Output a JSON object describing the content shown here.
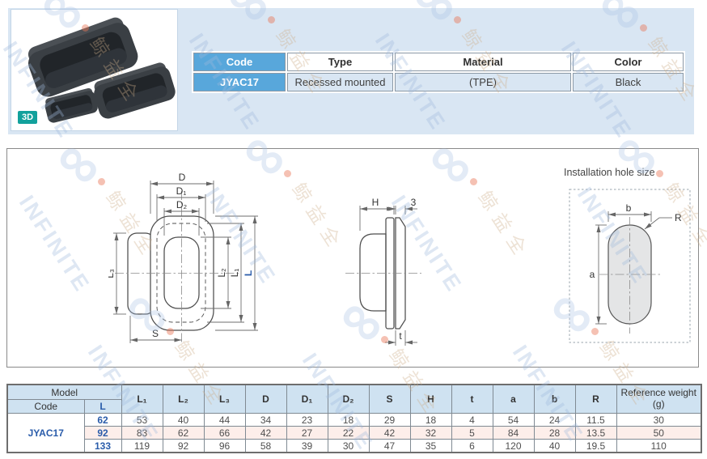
{
  "photo": {
    "badge": "3D"
  },
  "info_table": {
    "headers": {
      "code": "Code",
      "type": "Type",
      "material": "Material",
      "color": "Color"
    },
    "row": {
      "code": "JYAC17",
      "type": "Recessed mounted",
      "material": "(TPE)",
      "color": "Black"
    }
  },
  "drawing": {
    "front_view": {
      "D": "D",
      "D1": "D₁",
      "D2": "D₂",
      "L": "L",
      "L1": "L₁",
      "L2": "L₂",
      "L3": "L₃",
      "S": "S"
    },
    "side_view": {
      "H": "H",
      "three": "3",
      "t": "t"
    },
    "hole": {
      "title": "Installation hole size",
      "a": "a",
      "b": "b",
      "R": "R"
    }
  },
  "dim_table": {
    "model_label": "Model",
    "code_label": "Code",
    "l_label": "L",
    "columns": [
      "L₁",
      "L₂",
      "L₃",
      "D",
      "D₁",
      "D₂",
      "S",
      "H",
      "t",
      "a",
      "b",
      "R"
    ],
    "ref_label": "Reference weight (g)",
    "code_value": "JYAC17",
    "rows": [
      {
        "l": "62",
        "values": [
          "53",
          "40",
          "44",
          "34",
          "23",
          "18",
          "29",
          "18",
          "4",
          "54",
          "24",
          "11.5"
        ],
        "ref": "30"
      },
      {
        "l": "92",
        "values": [
          "83",
          "62",
          "66",
          "42",
          "27",
          "22",
          "42",
          "32",
          "5",
          "84",
          "28",
          "13.5"
        ],
        "ref": "50"
      },
      {
        "l": "133",
        "values": [
          "119",
          "92",
          "96",
          "58",
          "39",
          "30",
          "47",
          "35",
          "6",
          "120",
          "40",
          "19.5"
        ],
        "ref": "110"
      }
    ]
  },
  "watermark": {
    "brand": "INFINITE",
    "cjk": "鲸益全",
    "logo": "∞"
  },
  "colors": {
    "accent_blue": "#58a7db",
    "top_strip_blue": "#d9e6f3",
    "table_header_blue": "#cfe2f1",
    "highlight_row_pink": "#fdeeea",
    "value_blue": "#2a5caa",
    "badge_teal": "#12a19c",
    "product_dark": "#35393d",
    "hole_fill_gray": "#e4e5e6"
  }
}
